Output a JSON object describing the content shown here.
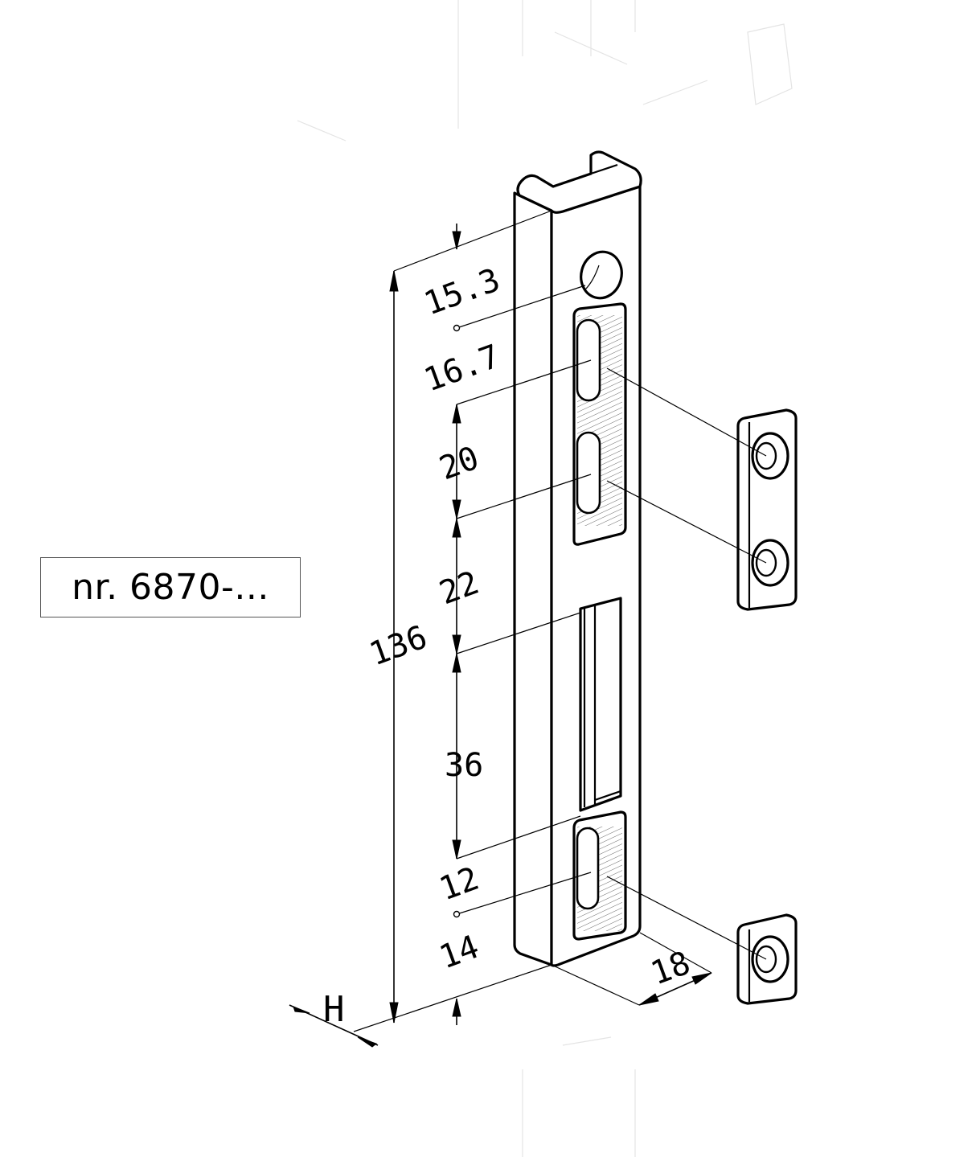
{
  "part_label": "nr. 6870-...",
  "dimensions": {
    "total_height": "136",
    "top_to_hole": "15.3",
    "hole_to_slot": "16.7",
    "slot_pitch": "20",
    "slot_to_window": "22",
    "window_length": "36",
    "bottom_slot": "12",
    "width": "14",
    "depth": "18",
    "offset_symbol": "H"
  },
  "components": [
    "strike-plate-bar",
    "double-screw-plate",
    "single-screw-plate"
  ],
  "colors": {
    "line": "#000000",
    "background": "#ffffff",
    "label_border": "#555555"
  }
}
